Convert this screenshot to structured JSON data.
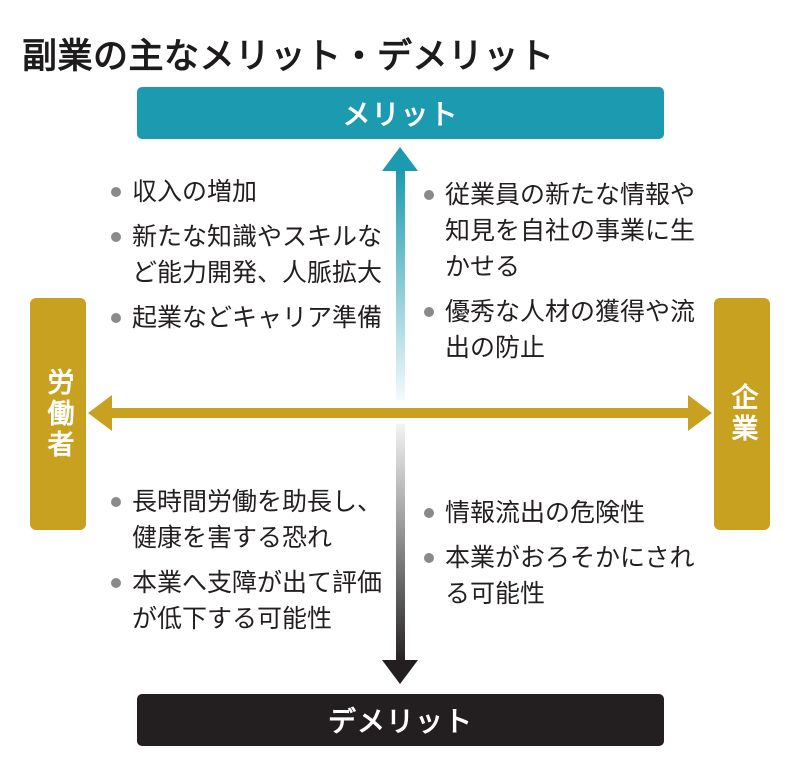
{
  "title": "副業の主なメリット・デメリット",
  "axes": {
    "top": "メリット",
    "bottom": "デメリット",
    "left": "労働者",
    "right": "企業"
  },
  "quadrants": {
    "worker_merit": [
      "収入の増加",
      "新たな知識やスキルなど能力開発、人脈拡大",
      "起業などキャリア準備"
    ],
    "company_merit": [
      "従業員の新たな情報や知見を自社の事業に生かせる",
      "優秀な人材の獲得や流出の防止"
    ],
    "worker_demerit": [
      "長時間労働を助長し、健康を害する恐れ",
      "本業へ支障が出て評価が低下する可能性"
    ],
    "company_demerit": [
      "情報流出の危険性",
      "本業がおろそかにされる可能性"
    ]
  },
  "colors": {
    "merit": "#1b9ab0",
    "demerit": "#231f20",
    "axis_gold": "#c9a120",
    "bullet": "#8a8a8a"
  }
}
